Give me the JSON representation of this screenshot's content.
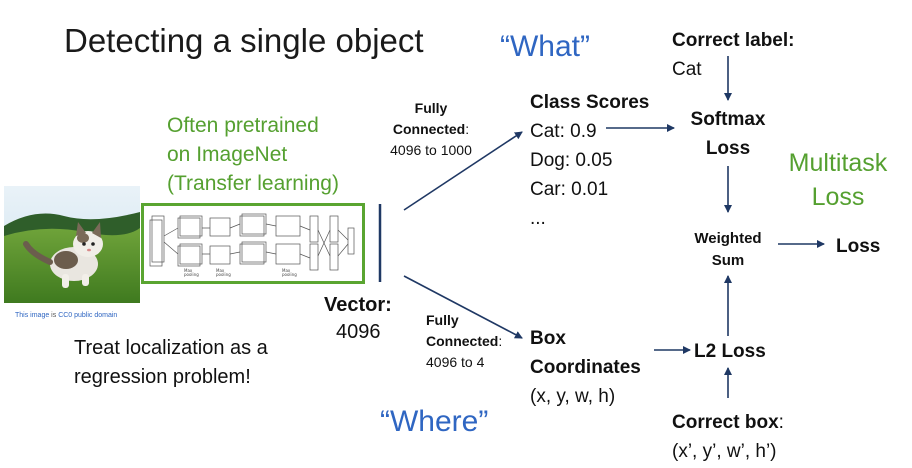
{
  "title": "Detecting a single object",
  "what_label": "“What”",
  "where_label": "“Where”",
  "pretrained": [
    "Often pretrained",
    "on ImageNet",
    "(Transfer learning)"
  ],
  "image_credit": {
    "prefix": "This image",
    "is": " is ",
    "license": "CC0 public domain"
  },
  "vector": {
    "label": "Vector:",
    "value": "4096"
  },
  "fc_top": {
    "line1": "Fully",
    "line2_bold": "Connected",
    "line2_rest": ":",
    "line3": "4096 to 1000"
  },
  "fc_bottom": {
    "line1": "Fully",
    "line2_bold": "Connected",
    "line2_rest": ":",
    "line3": "4096 to 4"
  },
  "class_scores": {
    "heading": "Class Scores",
    "items": [
      "Cat: 0.9",
      "Dog: 0.05",
      "Car: 0.01",
      "..."
    ]
  },
  "correct_label": {
    "heading": "Correct label:",
    "value": "Cat"
  },
  "softmax": {
    "line1": "Softmax",
    "line2": "Loss"
  },
  "multitask": {
    "line1": "Multitask",
    "line2": "Loss"
  },
  "weighted_sum": {
    "line1": "Weighted",
    "line2": "Sum"
  },
  "loss": "Loss",
  "l2_loss": "L2 Loss",
  "box": {
    "line1": "Box",
    "line2": "Coordinates",
    "line3": "(x, y, w, h)"
  },
  "correct_box": {
    "heading": "Correct box",
    "colon": ":",
    "value": "(x’, y’, w’, h’)"
  },
  "regression": [
    "Treat localization as a",
    "regression problem!"
  ],
  "colors": {
    "green": "#55a030",
    "blue": "#2f66c2",
    "arrow": "#1f3864"
  }
}
